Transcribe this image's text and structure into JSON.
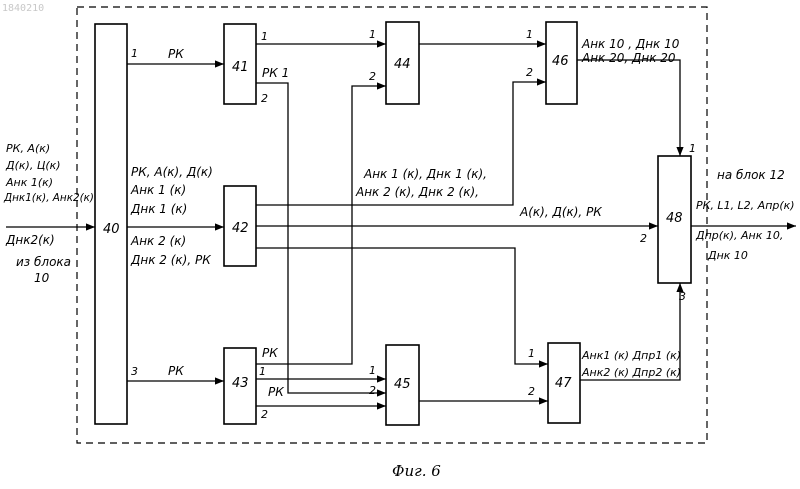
{
  "watermark": "1840210",
  "caption": "Фиг. 6",
  "blocks": {
    "b40": "40",
    "b41": "41",
    "b42": "42",
    "b43": "43",
    "b44": "44",
    "b45": "45",
    "b46": "46",
    "b47": "47",
    "b48": "48"
  },
  "ports": {
    "p40_1": "1",
    "p40_3": "3",
    "p41_1": "1",
    "p41_2": "2",
    "p44_1": "1",
    "p44_2": "2",
    "p46_1": "1",
    "p46_2": "2",
    "p43_1": "1",
    "p43_2": "2",
    "p45_1": "1",
    "p45_2": "2",
    "p47_1": "1",
    "p47_2": "2",
    "p48_1": "1",
    "p48_2": "2",
    "p48_3": "3"
  },
  "labels": {
    "in_rk_a": "РК, А(к)",
    "in_dk_tsk": "Д(к), Ц(к)",
    "in_ank1": "Анк 1(к)",
    "in_dnk1_ank2": "Днк1(к), Анк2(к)",
    "in_dnk2": "Днк2(к)",
    "in_from": "из блока",
    "in_block_num": "10",
    "out40_1": "РК",
    "out40_3": "РК",
    "out41_rk1": "РК 1",
    "mid_rk_a_d": "РК, А(к), Д(к)",
    "mid_ank1": "Анк 1 (к)",
    "mid_dnk1": "Днк 1 (к)",
    "mid_ank2": "Анк 2 (к)",
    "mid_dnk2_rk": "Днк 2 (к), РК",
    "bus42_line1": "Анк 1 (к), Днк 1 (к),",
    "bus42_line2": "Анк 2 (к), Днк 2 (к),",
    "line48_in2": "А(к), Д(к), РК",
    "out46_line1": "Анк 10 , Днк 10",
    "out46_line2": "Анк 20, Днк 20",
    "out43_rk_top": "РК",
    "out43_rk_bot": "РК",
    "out47_line1": "Анк1 (к) Дпр1 (к)",
    "out47_line2": "Анк2 (к) Дпр2 (к)",
    "out_to": "на блок 12",
    "out48_line1": "РК, L1, L2, Апр(к)",
    "out48_line2": "Дпр(к), Анк 10,",
    "out48_line3": "Днк 10"
  }
}
